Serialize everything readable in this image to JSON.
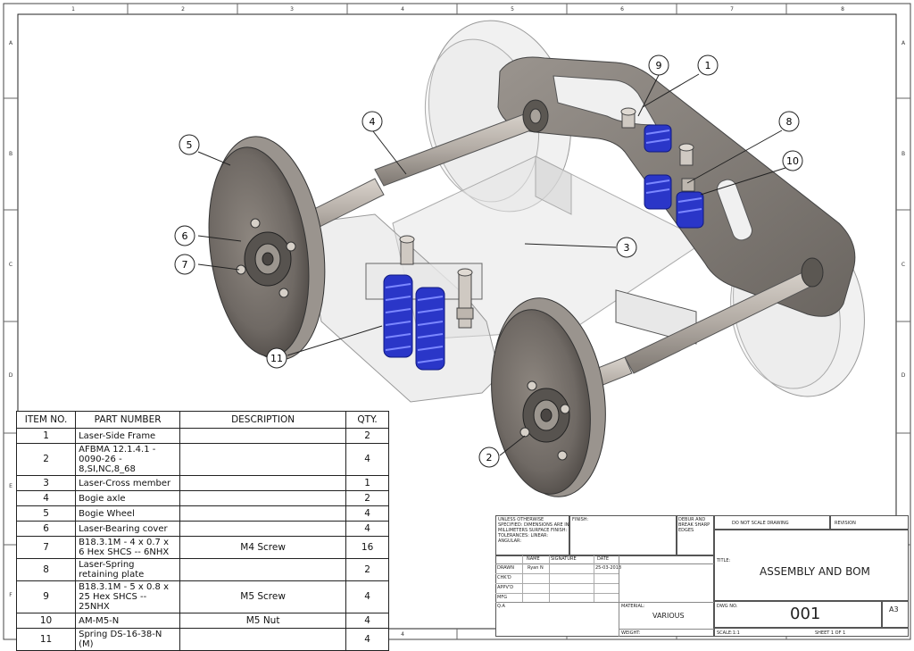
{
  "frame": {
    "col_labels": [
      "1",
      "2",
      "3",
      "4",
      "5",
      "6",
      "7",
      "8"
    ],
    "row_labels": [
      "A",
      "B",
      "C",
      "D",
      "E",
      "F"
    ]
  },
  "callouts": [
    "9",
    "1",
    "4",
    "8",
    "5",
    "10",
    "6",
    "3",
    "7",
    "11",
    "2"
  ],
  "bom": {
    "headers": [
      "ITEM NO.",
      "PART NUMBER",
      "DESCRIPTION",
      "QTY."
    ],
    "rows": [
      {
        "item": "1",
        "part": "Laser-Side Frame",
        "desc": "",
        "qty": "2"
      },
      {
        "item": "2",
        "part": "AFBMA 12.1.4.1 - 0090-26 - 8,SI,NC,8_68",
        "desc": "",
        "qty": "4"
      },
      {
        "item": "3",
        "part": "Laser-Cross member",
        "desc": "",
        "qty": "1"
      },
      {
        "item": "4",
        "part": "Bogie axle",
        "desc": "",
        "qty": "2"
      },
      {
        "item": "5",
        "part": "Bogie Wheel",
        "desc": "",
        "qty": "4"
      },
      {
        "item": "6",
        "part": "Laser-Bearing cover",
        "desc": "",
        "qty": "4"
      },
      {
        "item": "7",
        "part": "B18.3.1M - 4 x 0.7 x 6 Hex SHCS -- 6NHX",
        "desc": "M4 Screw",
        "qty": "16"
      },
      {
        "item": "8",
        "part": "Laser-Spring retaining plate",
        "desc": "",
        "qty": "2"
      },
      {
        "item": "9",
        "part": "B18.3.1M - 5 x 0.8 x 25 Hex SHCS -- 25NHX",
        "desc": "M5 Screw",
        "qty": "4"
      },
      {
        "item": "10",
        "part": "AM-M5-N",
        "desc": "M5 Nut",
        "qty": "4"
      },
      {
        "item": "11",
        "part": "Spring DS-16-38-N (M)",
        "desc": "",
        "qty": "4"
      }
    ]
  },
  "title_block": {
    "notes": "UNLESS OTHERWISE SPECIFIED: DIMENSIONS ARE IN MILLIMETERS SURFACE FINISH: TOLERANCES: LINEAR: ANGULAR:",
    "finish": "FINISH:",
    "deburr": "DEBUR AND BREAK SHARP EDGES",
    "do_not_scale": "DO NOT SCALE DRAWING",
    "revision": "REVISION",
    "name_h": "NAME",
    "signature_h": "SIGNATURE",
    "date_h": "DATE",
    "drawn": "DRAWN",
    "drawn_name": "Ryan N",
    "drawn_date": "25-03-2018",
    "chkd": "CHK'D",
    "appvd": "APPV'D",
    "mfg": "MFG",
    "qa": "Q.A",
    "title_label": "TITLE:",
    "title": "ASSEMBLY AND BOM",
    "material_label": "MATERIAL:",
    "material": "VARIOUS",
    "dwg_label": "DWG NO.",
    "dwg_no": "001",
    "size": "A3",
    "weight": "WEIGHT:",
    "scale": "SCALE:1:1",
    "sheet": "SHEET 1 OF 1"
  }
}
